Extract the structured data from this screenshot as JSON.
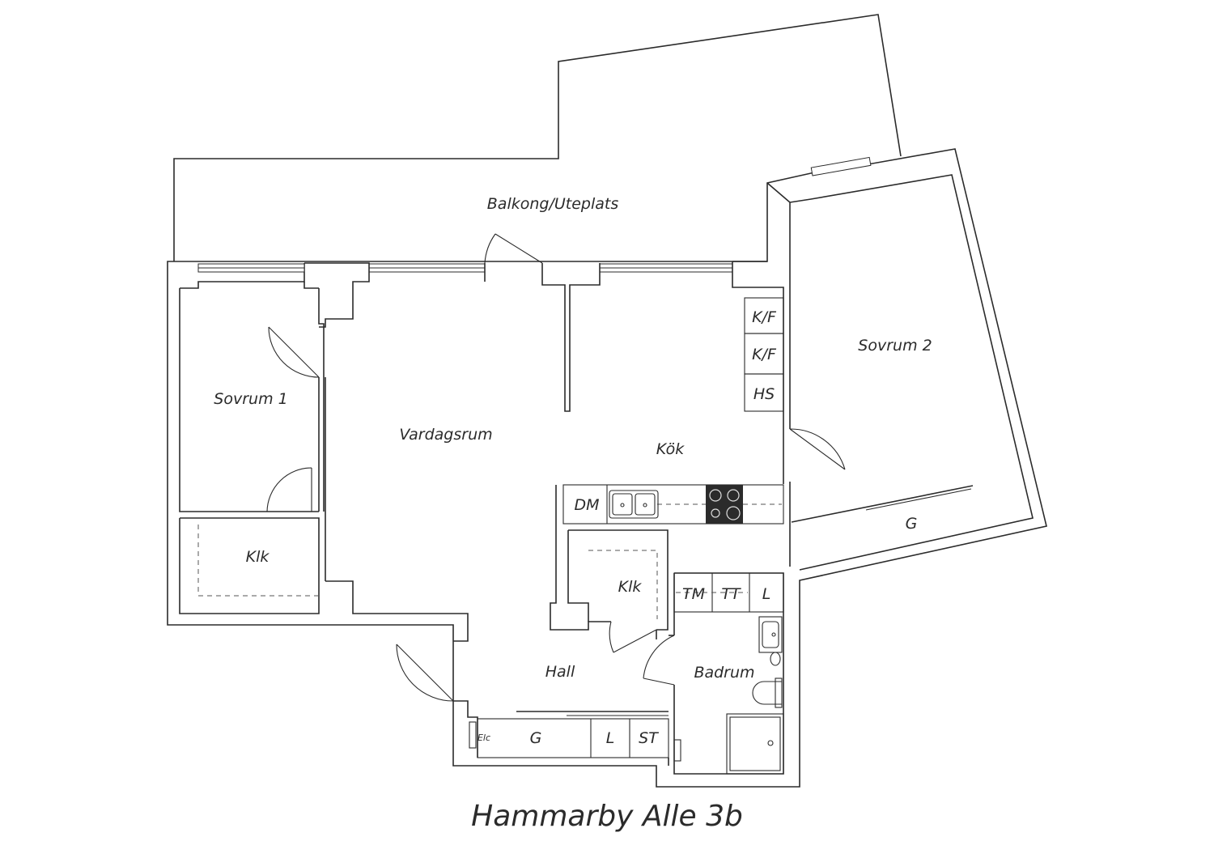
{
  "plan": {
    "title": "Hammarby Alle 3b",
    "rooms": {
      "balcony": "Balkong/Uteplats",
      "bedroom1": "Sovrum 1",
      "bedroom2": "Sovrum 2",
      "living": "Vardagsrum",
      "kitchen": "Kök",
      "closet1": "Klk",
      "closet2": "Klk",
      "hall": "Hall",
      "bathroom": "Badrum"
    },
    "fixtures": {
      "fridge1": "K/F",
      "fridge2": "K/F",
      "tall_cabinet": "HS",
      "dishwasher": "DM",
      "wardrobe_bedroom2": "G",
      "wardrobe_hall": "G",
      "hall_cabinet_l": "L",
      "hall_cabinet_st": "ST",
      "electrical": "Elc",
      "washer": "TM",
      "dryer": "TT",
      "bath_cabinet_l": "L"
    }
  }
}
